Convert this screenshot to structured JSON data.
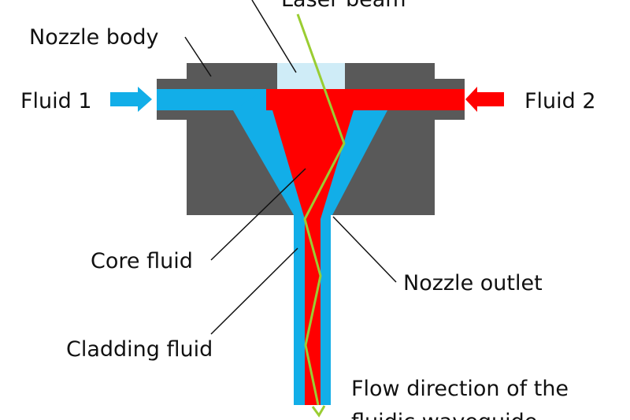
{
  "diagram": {
    "title": "Fluidic waveguide nozzle",
    "labels": {
      "laser_beam": "Laser beam",
      "nozzle_body": "Nozzle body",
      "fluid_1": "Fluid 1",
      "fluid_2": "Fluid 2",
      "core_fluid": "Core fluid",
      "nozzle_outlet": "Nozzle outlet",
      "cladding_fluid": "Cladding fluid",
      "flow_direction_line1": "Flow direction of the",
      "flow_direction_line2": "fluidic waveguide"
    },
    "colors": {
      "nozzle_body": "#595959",
      "window": "#cfecf7",
      "cladding_fluid": "#12aee8",
      "core_fluid": "#ff0000",
      "laser_beam": "#9acd32",
      "leader_line": "#111111"
    }
  }
}
